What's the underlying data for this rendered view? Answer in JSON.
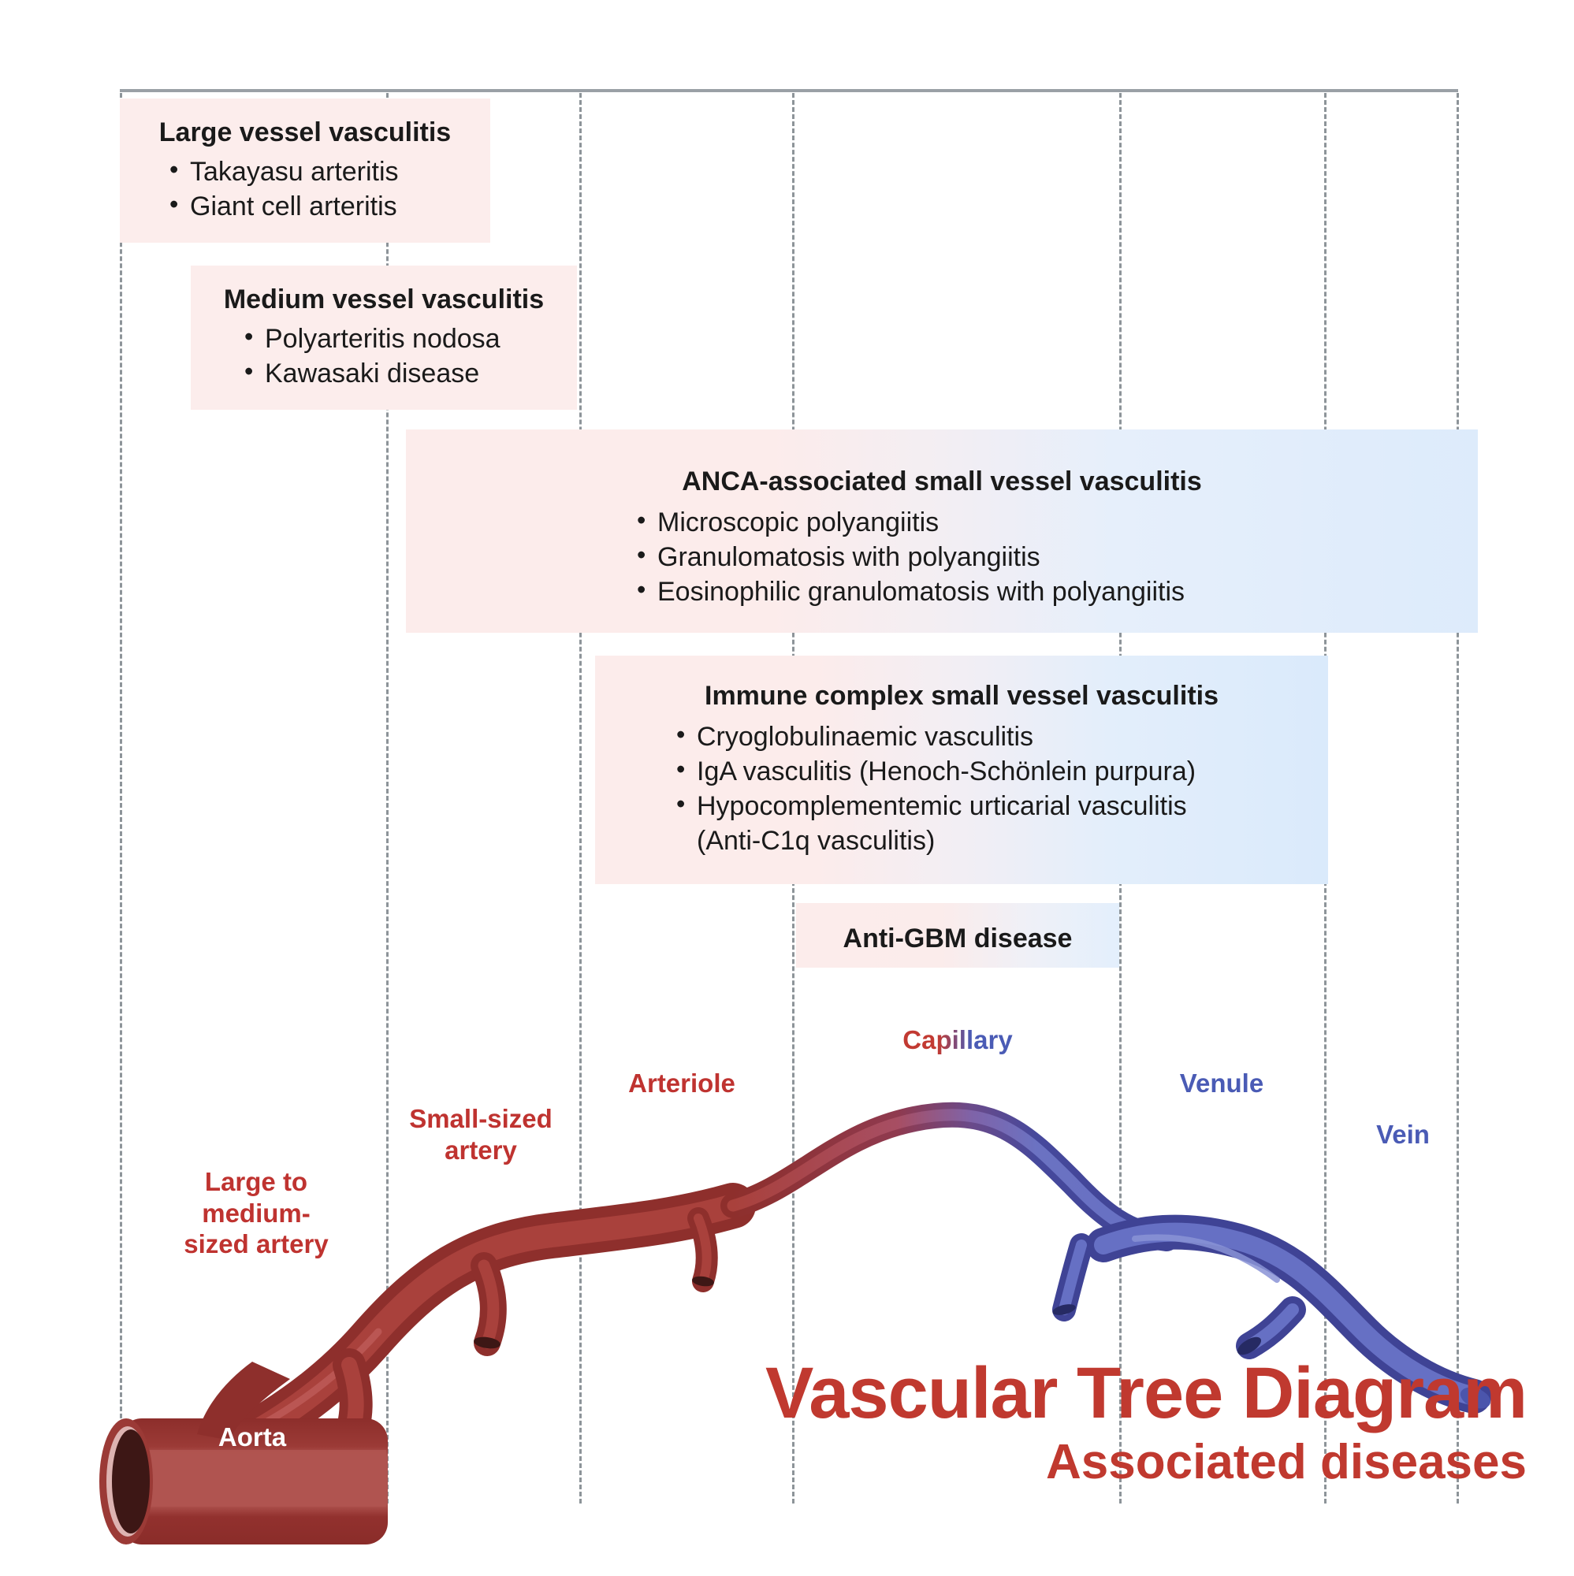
{
  "figure": {
    "title_main": "Vascular Tree Diagram",
    "title_sub": "Associated diseases"
  },
  "colors": {
    "artery_red": "#bf3330",
    "vein_blue": "#4a5bb5",
    "panel_pink": "#fcedec",
    "panel_blue": "#ddebfb",
    "guide_gray": "#8d9499",
    "title_red": "#c0392f"
  },
  "panels": [
    {
      "id": "large",
      "title": "Large vessel vasculitis",
      "items": [
        "Takayasu arteritis",
        "Giant cell arteritis"
      ]
    },
    {
      "id": "medium",
      "title": "Medium vessel vasculitis",
      "items": [
        "Polyarteritis nodosa",
        "Kawasaki disease"
      ]
    },
    {
      "id": "anca",
      "title": "ANCA-associated small vessel vasculitis",
      "items": [
        "Microscopic polyangiitis",
        "Granulomatosis with polyangiitis",
        "Eosinophilic granulomatosis with polyangiitis"
      ]
    },
    {
      "id": "immune",
      "title": "Immune complex small vessel vasculitis",
      "items": [
        "Cryoglobulinaemic vasculitis",
        "IgA vasculitis (Henoch-Schönlein purpura)",
        "Hypocomplementemic urticarial vasculitis"
      ],
      "continuation": "(Anti-C1q vasculitis)"
    },
    {
      "id": "gbm",
      "title": "Anti-GBM disease",
      "items": []
    }
  ],
  "vessel_labels": {
    "aorta": "Aorta",
    "large_to_medium": "Large to medium-sized artery",
    "small_artery": "Small-sized artery",
    "arteriole": "Arteriole",
    "capillary": "Capillary",
    "venule": "Venule",
    "vein": "Vein"
  },
  "vessel_label_lines": {
    "large_to_medium": [
      "Large to",
      "medium-",
      "sized artery"
    ],
    "small_artery": [
      "Small-sized",
      "artery"
    ]
  }
}
